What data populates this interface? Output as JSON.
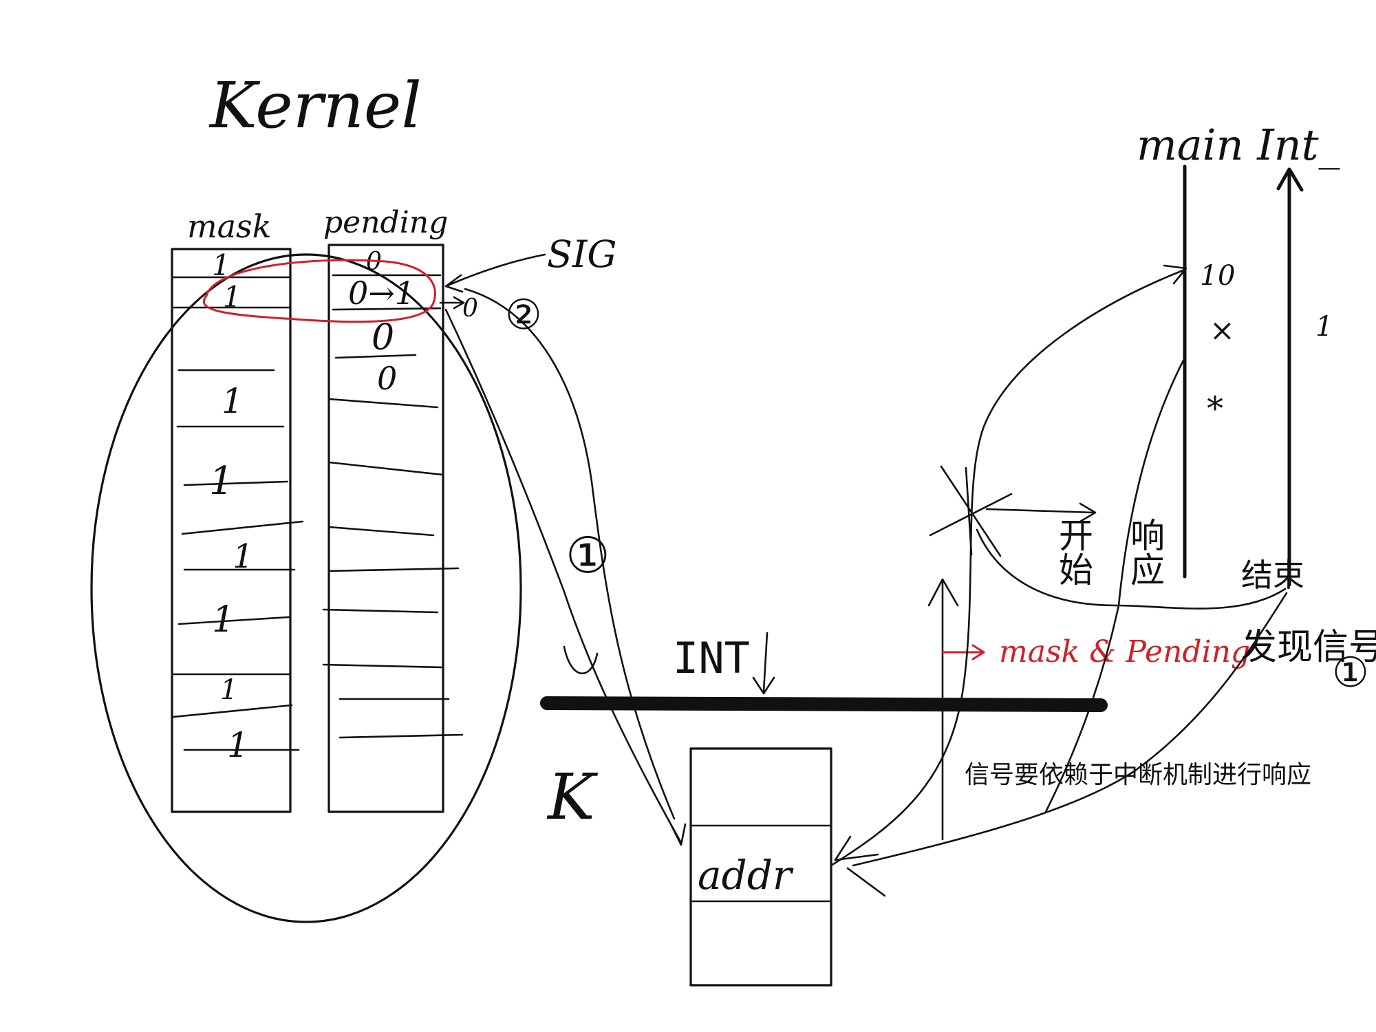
{
  "kernel": {
    "title": "Kernel",
    "mask_label": "mask",
    "pending_label": "pending",
    "mask_bits": [
      "1",
      "1",
      "1",
      "1",
      "1",
      "1",
      "1",
      "1"
    ],
    "pending_bits": [
      "0",
      "0→1",
      "0",
      "0"
    ],
    "sig_label": "SIG",
    "after_bit": "0"
  },
  "steps": {
    "step1": "①",
    "step2": "②"
  },
  "bus": {
    "label": "INT",
    "kernel_mark": "K"
  },
  "handler": {
    "addr_label": "addr"
  },
  "timeline": {
    "title": "main Int_",
    "marks": [
      "1",
      "0",
      "×",
      "*",
      "1"
    ],
    "start_label": "开始",
    "respond_label": "响应",
    "end_label": "结束"
  },
  "check": {
    "mask_pending": "mask & Pending",
    "found_signal": "发现信号"
  },
  "caption": "信号要依赖于中断机制进行响应",
  "colors": {
    "ink": "#111111",
    "accent": "#d0202a"
  }
}
